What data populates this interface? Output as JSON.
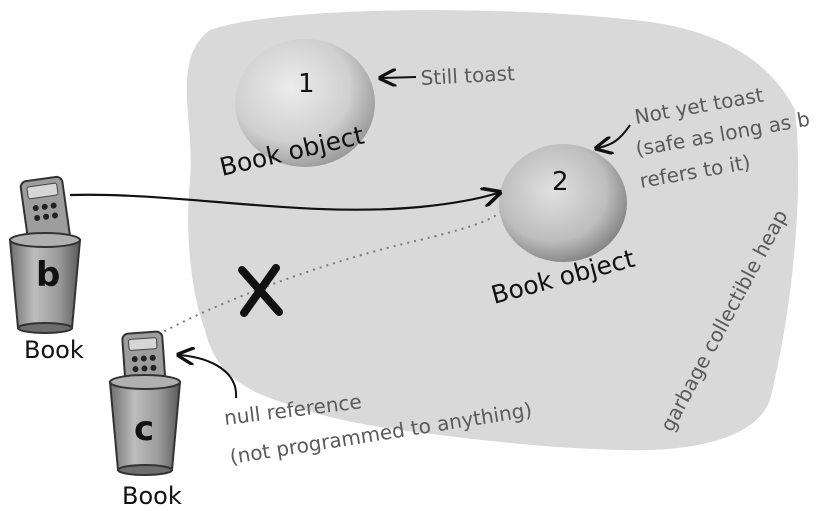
{
  "heap": {
    "label": "garbage collectible heap",
    "fill_color": "#d9d9d9"
  },
  "objects": [
    {
      "number": "1",
      "label": "Book object"
    },
    {
      "number": "2",
      "label": "Book object"
    }
  ],
  "references": [
    {
      "variable": "b",
      "type": "Book"
    },
    {
      "variable": "c",
      "type": "Book"
    }
  ],
  "annotations": {
    "still_toast": "Still toast",
    "not_yet_toast": [
      "Not yet toast",
      "(safe as long as b",
      "refers to it)"
    ],
    "null_reference": [
      "null reference",
      "(not programmed to anything)"
    ]
  },
  "icons": {
    "removed_link": "x-mark-icon",
    "remote": "remote-control-icon",
    "cup": "cup-icon"
  },
  "colors": {
    "object_fill": "#c8c8c8",
    "annotation_text": "#5a5a5a",
    "ink": "#111111"
  }
}
